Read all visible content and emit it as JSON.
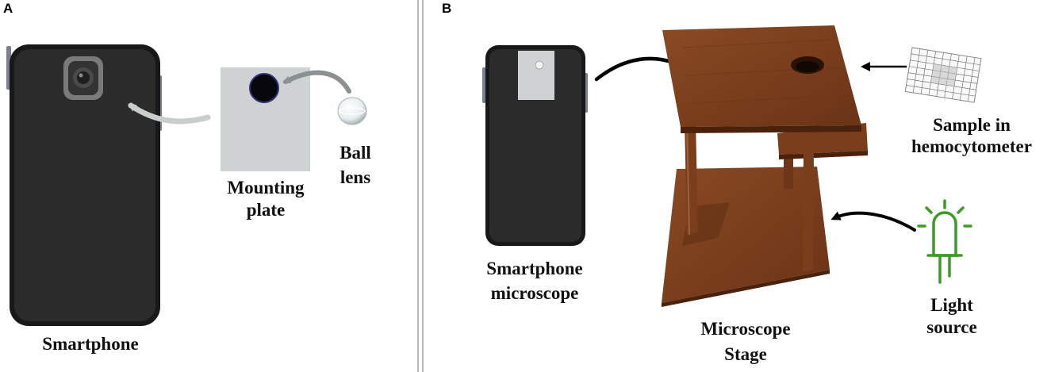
{
  "panels": {
    "a": {
      "letter": "A",
      "smartphone": "Smartphone",
      "mounting_plate": [
        "Mounting",
        "plate"
      ],
      "ball_lens": [
        "Ball",
        "lens"
      ]
    },
    "b": {
      "letter": "B",
      "smartphone_microscope": [
        "Smartphone",
        "microscope"
      ],
      "microscope_stage": [
        "Microscope",
        "Stage"
      ],
      "sample": [
        "Sample in",
        "hemocytometer"
      ],
      "light_source": [
        "Light",
        "source"
      ]
    }
  },
  "colors": {
    "phone_body": "#2b2b2b",
    "phone_edge": "#181818",
    "plate": "#cfd2d3",
    "wood": "#7a3e1c",
    "wood_dark": "#5a2c12",
    "led": "#3c9c24",
    "arrow_gray": "#8a9190",
    "divider": "#b8b8b8"
  }
}
